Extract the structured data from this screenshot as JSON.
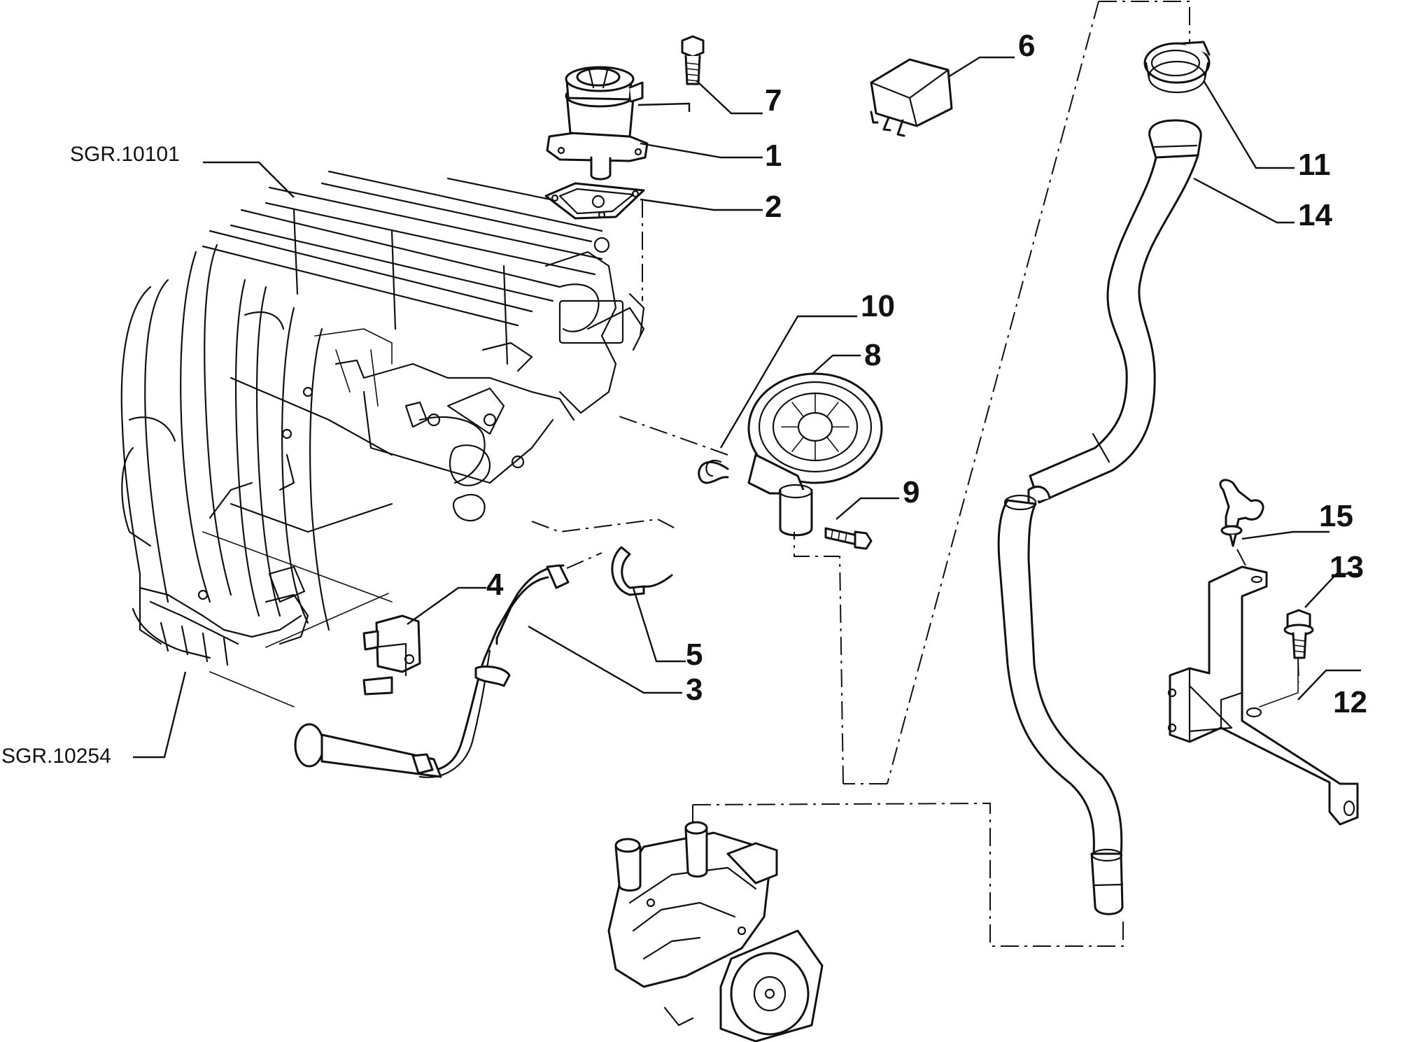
{
  "references": [
    {
      "id": "ref-engine-block",
      "text": "SGR.10101"
    },
    {
      "id": "ref-intake-manifold",
      "text": "SGR.10254"
    }
  ],
  "callouts": [
    {
      "id": "1",
      "text": "1"
    },
    {
      "id": "2",
      "text": "2"
    },
    {
      "id": "3",
      "text": "3"
    },
    {
      "id": "4",
      "text": "4"
    },
    {
      "id": "5",
      "text": "5"
    },
    {
      "id": "6",
      "text": "6"
    },
    {
      "id": "7",
      "text": "7"
    },
    {
      "id": "8",
      "text": "8"
    },
    {
      "id": "9",
      "text": "9"
    },
    {
      "id": "10",
      "text": "10"
    },
    {
      "id": "11",
      "text": "11"
    },
    {
      "id": "12",
      "text": "12"
    },
    {
      "id": "13",
      "text": "13"
    },
    {
      "id": "14",
      "text": "14"
    },
    {
      "id": "15",
      "text": "15"
    }
  ]
}
